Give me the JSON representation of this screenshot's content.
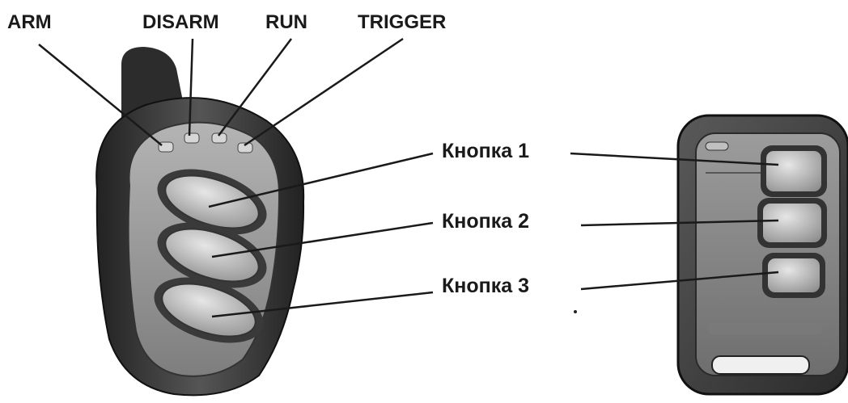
{
  "indicator_labels": {
    "arm": "ARM",
    "disarm": "DISARM",
    "run": "RUN",
    "trigger": "TRIGGER"
  },
  "button_labels": {
    "button1": "Кнопка 1",
    "button2": "Кнопка 2",
    "button3": "Кнопка 3"
  },
  "colors": {
    "background": "#ffffff",
    "fob_body": "#3c3c3c",
    "fob_face": "#9a9a9a",
    "button_face": "#c8c8c8",
    "leader_line": "#1a1a1a"
  }
}
